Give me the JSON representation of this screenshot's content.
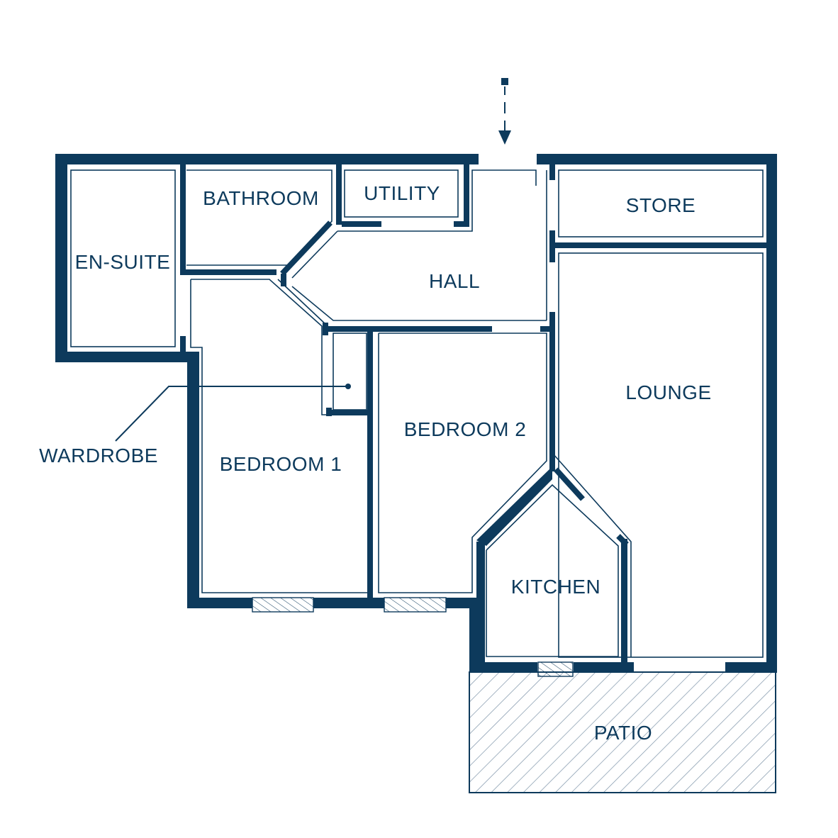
{
  "colors": {
    "wall": "#0d3a5c",
    "background": "#ffffff"
  },
  "entrance": {
    "icon": "entrance-arrow-icon"
  },
  "rooms": {
    "ensuite": "EN-SUITE",
    "bathroom": "BATHROOM",
    "utility": "UTILITY",
    "store": "STORE",
    "hall": "HALL",
    "lounge": "LOUNGE",
    "bedroom1": "BEDROOM 1",
    "bedroom2": "BEDROOM 2",
    "kitchen": "KITCHEN",
    "patio": "PATIO"
  },
  "callouts": {
    "wardrobe": "WARDROBE"
  }
}
